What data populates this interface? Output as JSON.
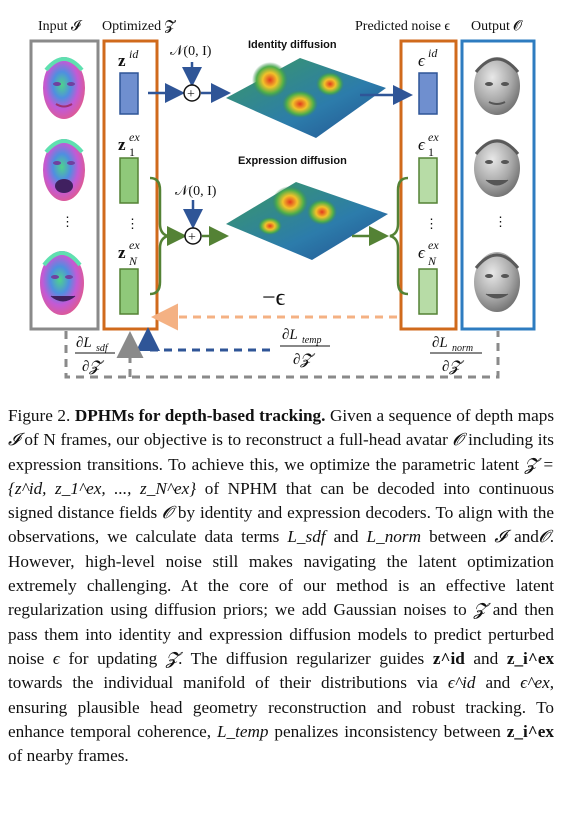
{
  "figure": {
    "headers": {
      "input": "Input 𝓘",
      "optimized": "Optimized 𝓩",
      "predicted": "Predicted noise ϵ",
      "output": "Output 𝓞"
    },
    "latents": {
      "z_id": "z",
      "z_id_sup": "id",
      "z_ex1": "z",
      "z_ex1_sup": "ex",
      "z_ex1_sub": "1",
      "z_exN": "z",
      "z_exN_sup": "ex",
      "z_exN_sub": "N",
      "dots": "⋮"
    },
    "noise_terms": {
      "e_id": "ϵ",
      "e_id_sup": "id",
      "e_ex1": "ϵ",
      "e_ex1_sup": "ex",
      "e_ex1_sub": "1",
      "e_exN": "ϵ",
      "e_exN_sup": "ex",
      "e_exN_sub": "N",
      "dots": "⋮"
    },
    "gaussian_label": "𝒩(0, I)",
    "plus_symbol": "+",
    "identity_diffusion": "Identity diffusion",
    "expression_diffusion": "Expression diffusion",
    "neg_eps": "−ϵ",
    "losses": {
      "sdf_num": "∂L",
      "sdf_sub": "sdf",
      "sdf_den": "∂𝓩",
      "temp_num": "∂L",
      "temp_sub": "temp",
      "temp_den": "∂𝓩",
      "norm_num": "∂L",
      "norm_sub": "norm",
      "norm_den": "∂𝓩"
    },
    "colors": {
      "input_box": "#8a8a8a",
      "optimized_box": "#d06a1c",
      "predicted_box": "#d06a1c",
      "output_box": "#2e7cc0",
      "id_latent": "#6f8fcf",
      "ex_latent": "#8fc97a",
      "id_arrow": "#2f5597",
      "ex_arrow": "#548235",
      "neg_eps_arrow": "#f4b183",
      "temp_arrow": "#2f5597",
      "dashed_gray": "#8a8a8a"
    },
    "icons": [
      "face-depth-icon",
      "face-mesh-icon",
      "diffusion-surface-icon",
      "brace-icon"
    ]
  },
  "caption": {
    "label": "Figure 2.",
    "title": "DPHMs for depth-based tracking.",
    "s1": "Given a sequence of depth maps",
    "s2": "of N frames, our objective is to reconstruct a full-head avatar",
    "s3": "including its expression transitions. To achieve this, we optimize the parametric latent",
    "s4": "of NPHM that can be decoded into continuous signed distance fields",
    "s5": "by identity and expression decoders. To align with the observations, we calculate data terms",
    "s6": "and",
    "s7": "between",
    "s8": "and",
    "s9": ". However, high-level noise still makes navigating the latent optimization extremely challenging. At the core of our method is an effective latent regularization using diffusion priors; we add Gaussian noises to",
    "s10": "and then pass them into identity and expression diffusion models to predict perturbed noise",
    "s11": "for updating",
    "s12": ". The diffusion regularizer guides",
    "s13": "and",
    "s14": "towards the individual manifold of their distributions via",
    "s15": "and",
    "s16": ", ensuring plausible head geometry reconstruction and robust tracking. To enhance temporal coherence,",
    "s17": "penalizes inconsistency between",
    "s18": "of nearby frames.",
    "sym_I": "𝓘",
    "sym_O": "𝓞",
    "sym_Z": "𝓩",
    "sym_set": "𝓩 = {z^id, z_1^ex, ..., z_N^ex}",
    "sym_Lsdf": "L_sdf",
    "sym_Lnorm": "L_norm",
    "sym_Ltemp": "L_temp",
    "sym_eps": "ϵ",
    "sym_zid": "z^id",
    "sym_zi_ex": "z_i^ex",
    "sym_eid": "ϵ^id",
    "sym_eex": "ϵ^ex"
  }
}
